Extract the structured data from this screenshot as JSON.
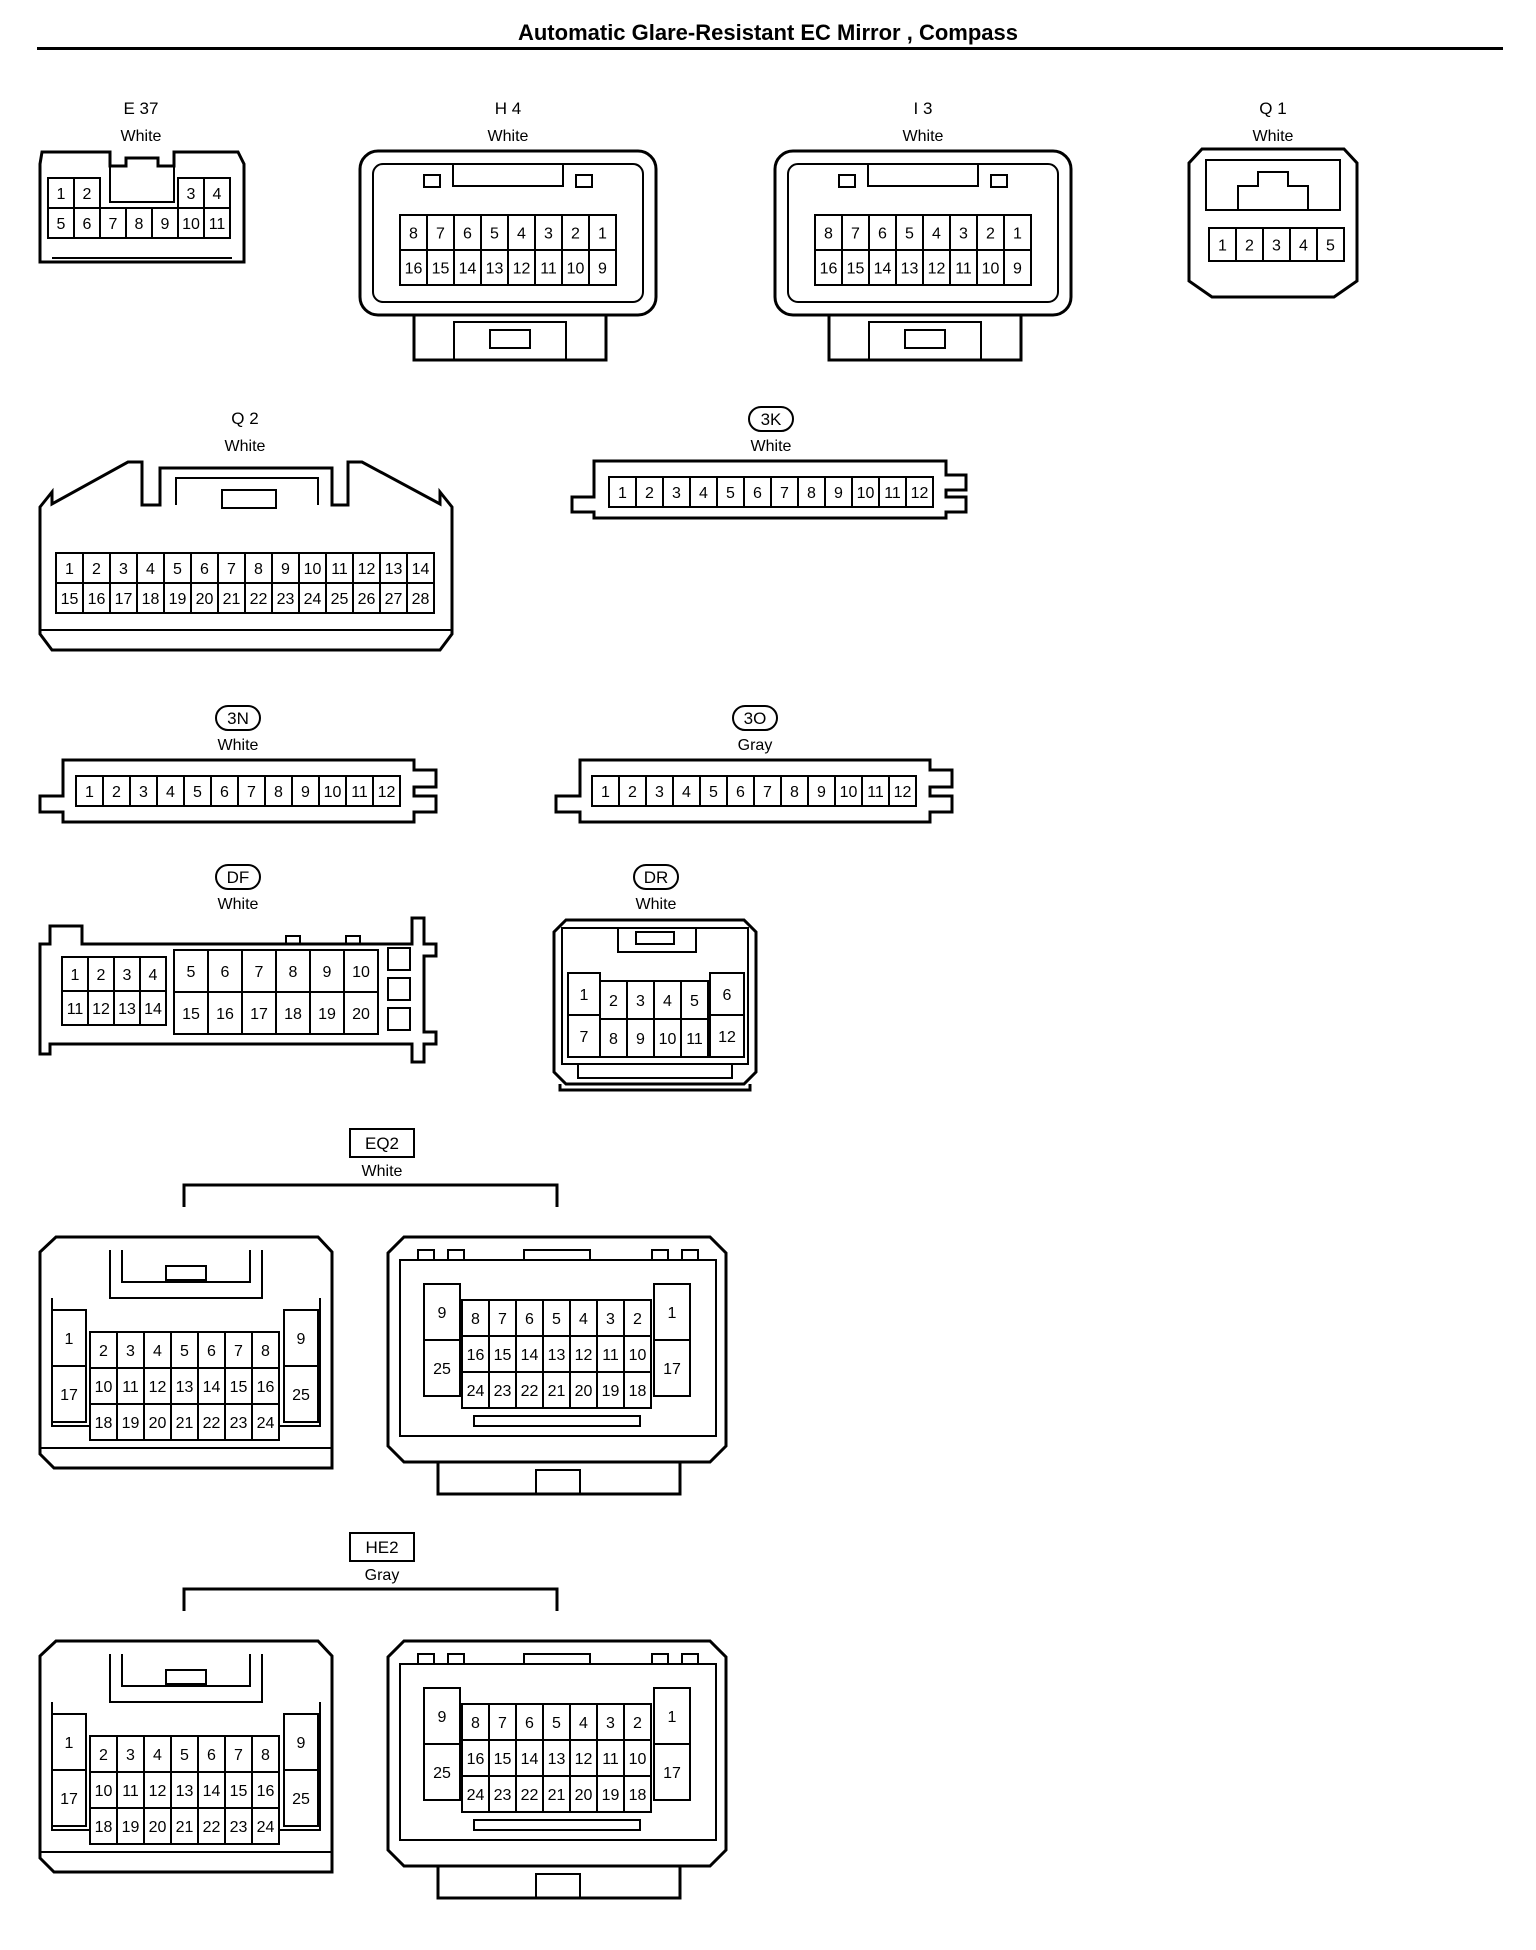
{
  "header": {
    "title": "Automatic Glare-Resistant EC Mirror , Compass"
  },
  "connectors": {
    "E37": {
      "label": "E 37",
      "color": "White",
      "rows": [
        [
          "1",
          "2",
          "",
          "",
          "",
          "3",
          "4"
        ],
        [
          "5",
          "6",
          "7",
          "8",
          "9",
          "10",
          "11"
        ]
      ]
    },
    "H4": {
      "label": "H 4",
      "color": "White",
      "rows": [
        [
          "8",
          "7",
          "6",
          "5",
          "4",
          "3",
          "2",
          "1"
        ],
        [
          "16",
          "15",
          "14",
          "13",
          "12",
          "11",
          "10",
          "9"
        ]
      ]
    },
    "I3": {
      "label": "I 3",
      "color": "White",
      "rows": [
        [
          "8",
          "7",
          "6",
          "5",
          "4",
          "3",
          "2",
          "1"
        ],
        [
          "16",
          "15",
          "14",
          "13",
          "12",
          "11",
          "10",
          "9"
        ]
      ]
    },
    "Q1": {
      "label": "Q 1",
      "color": "White",
      "rows": [
        [
          "1",
          "2",
          "3",
          "4",
          "5"
        ]
      ]
    },
    "Q2": {
      "label": "Q 2",
      "color": "White",
      "rows": [
        [
          "1",
          "2",
          "3",
          "4",
          "5",
          "6",
          "7",
          "8",
          "9",
          "10",
          "11",
          "12",
          "13",
          "14"
        ],
        [
          "15",
          "16",
          "17",
          "18",
          "19",
          "20",
          "21",
          "22",
          "23",
          "24",
          "25",
          "26",
          "27",
          "28"
        ]
      ]
    },
    "3K": {
      "label": "3K",
      "color": "White",
      "rows": [
        [
          "1",
          "2",
          "3",
          "4",
          "5",
          "6",
          "7",
          "8",
          "9",
          "10",
          "11",
          "12"
        ]
      ]
    },
    "3N": {
      "label": "3N",
      "color": "White",
      "rows": [
        [
          "1",
          "2",
          "3",
          "4",
          "5",
          "6",
          "7",
          "8",
          "9",
          "10",
          "11",
          "12"
        ]
      ]
    },
    "3O": {
      "label": "3O",
      "color": "Gray",
      "rows": [
        [
          "1",
          "2",
          "3",
          "4",
          "5",
          "6",
          "7",
          "8",
          "9",
          "10",
          "11",
          "12"
        ]
      ]
    },
    "DF": {
      "label": "DF",
      "color": "White",
      "left_rows": [
        [
          "1",
          "2",
          "3",
          "4"
        ],
        [
          "11",
          "12",
          "13",
          "14"
        ]
      ],
      "right_rows": [
        [
          "5",
          "6",
          "7",
          "8",
          "9",
          "10"
        ],
        [
          "15",
          "16",
          "17",
          "18",
          "19",
          "20"
        ]
      ]
    },
    "DR": {
      "label": "DR",
      "color": "White",
      "left_big": [
        "1",
        "7"
      ],
      "mid_rows": [
        [
          "2",
          "3",
          "4",
          "5"
        ],
        [
          "8",
          "9",
          "10",
          "11"
        ]
      ],
      "right_big": [
        "6",
        "12"
      ]
    },
    "EQ2": {
      "label": "EQ2",
      "color": "White",
      "female": {
        "left_big": [
          "1",
          "17"
        ],
        "right_big": [
          "9",
          "25"
        ],
        "rows": [
          [
            "2",
            "3",
            "4",
            "5",
            "6",
            "7",
            "8"
          ],
          [
            "10",
            "11",
            "12",
            "13",
            "14",
            "15",
            "16"
          ],
          [
            "18",
            "19",
            "20",
            "21",
            "22",
            "23",
            "24"
          ]
        ]
      },
      "male": {
        "left_big": [
          "9",
          "25"
        ],
        "right_big": [
          "1",
          "17"
        ],
        "rows": [
          [
            "8",
            "7",
            "6",
            "5",
            "4",
            "3",
            "2"
          ],
          [
            "16",
            "15",
            "14",
            "13",
            "12",
            "11",
            "10"
          ],
          [
            "24",
            "23",
            "22",
            "21",
            "20",
            "19",
            "18"
          ]
        ]
      }
    },
    "HE2": {
      "label": "HE2",
      "color": "Gray",
      "female": {
        "left_big": [
          "1",
          "17"
        ],
        "right_big": [
          "9",
          "25"
        ],
        "rows": [
          [
            "2",
            "3",
            "4",
            "5",
            "6",
            "7",
            "8"
          ],
          [
            "10",
            "11",
            "12",
            "13",
            "14",
            "15",
            "16"
          ],
          [
            "18",
            "19",
            "20",
            "21",
            "22",
            "23",
            "24"
          ]
        ]
      },
      "male": {
        "left_big": [
          "9",
          "25"
        ],
        "right_big": [
          "1",
          "17"
        ],
        "rows": [
          [
            "8",
            "7",
            "6",
            "5",
            "4",
            "3",
            "2"
          ],
          [
            "16",
            "15",
            "14",
            "13",
            "12",
            "11",
            "10"
          ],
          [
            "24",
            "23",
            "22",
            "21",
            "20",
            "19",
            "18"
          ]
        ]
      }
    }
  }
}
